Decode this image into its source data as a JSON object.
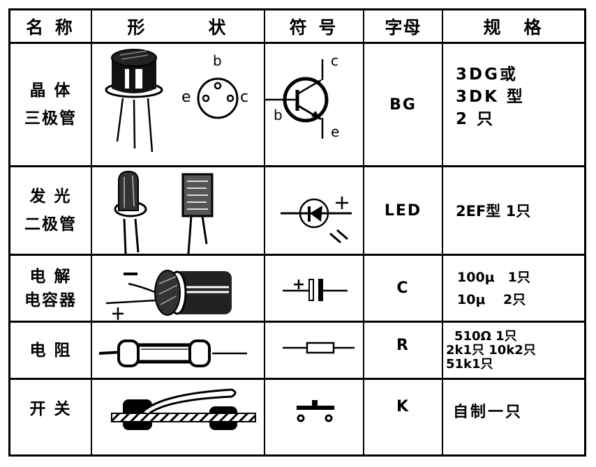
{
  "table": {
    "headers": [
      "名 称",
      "形　　　状",
      "符 号",
      "字母",
      "规　格"
    ],
    "rows": [
      {
        "name": [
          "晶 体",
          "三极管"
        ],
        "shape_icons": [
          "transistor-package-icon",
          "transistor-pinout-icon"
        ],
        "pin_labels": {
          "b": "b",
          "e": "e",
          "c": "c"
        },
        "symbol_icon": "npn-transistor-symbol-icon",
        "symbol_labels": {
          "c": "c",
          "b": "b",
          "e": "e"
        },
        "letter": "BG",
        "spec": [
          "3DG或",
          "3DK 型",
          "2 只"
        ]
      },
      {
        "name": [
          "发 光",
          "二极管"
        ],
        "shape_icons": [
          "led-icon",
          "led-square-icon"
        ],
        "symbol_icon": "led-symbol-icon",
        "symbol_labels": {
          "plus": "+"
        },
        "letter": "LED",
        "spec": [
          "2EF型 1只"
        ]
      },
      {
        "name": [
          "电 解",
          "电容器"
        ],
        "shape_icons": [
          "electrolytic-capacitor-icon"
        ],
        "shape_labels": {
          "minus": "−",
          "plus": "+"
        },
        "symbol_icon": "polarized-capacitor-symbol-icon",
        "symbol_labels": {
          "plus": "+"
        },
        "letter": "C",
        "spec": [
          "100μ　1只",
          "10μ　 2只"
        ]
      },
      {
        "name": [
          "电 阻"
        ],
        "shape_icons": [
          "resistor-icon"
        ],
        "symbol_icon": "resistor-symbol-icon",
        "letter": "R",
        "spec": [
          " 510Ω 1只",
          "2k1只 10k2只",
          "51k1只"
        ]
      },
      {
        "name": [
          "开 关"
        ],
        "shape_icons": [
          "switch-icon"
        ],
        "symbol_icon": "push-switch-symbol-icon",
        "letter": "K",
        "spec": [
          "自制一只"
        ]
      }
    ]
  }
}
